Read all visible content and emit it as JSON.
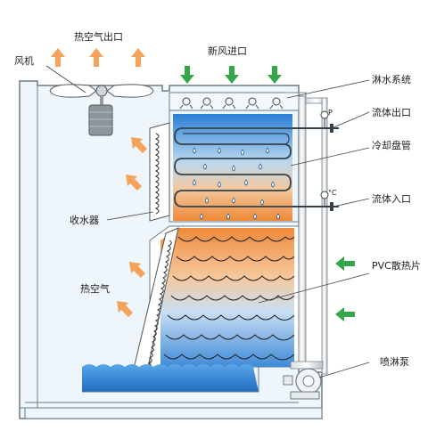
{
  "labels": {
    "hot_air_outlet": "热空气出口",
    "fan": "风机",
    "fresh_air_inlet": "新风进口",
    "spray_system": "淋水系统",
    "fluid_outlet": "流体出口",
    "cooling_coil": "冷却盘管",
    "fluid_inlet": "流体入口",
    "drift_eliminator": "收水器",
    "pvc_fill": "PVC散热片",
    "hot_air": "热空气",
    "spray_pump": "喷淋泵",
    "gauge_p": "P",
    "gauge_t": "°C"
  },
  "colors": {
    "frame_fill": "#eef6fb",
    "frame_stroke": "#6b7c88",
    "orange_arrow": "#f5a25b",
    "green_arrow": "#35a64a",
    "water_blue": "#2f7fd0",
    "coil_stroke": "#34404a"
  },
  "icons": {
    "fan_icon": "fan-icon",
    "pump_icon": "pump-icon"
  }
}
